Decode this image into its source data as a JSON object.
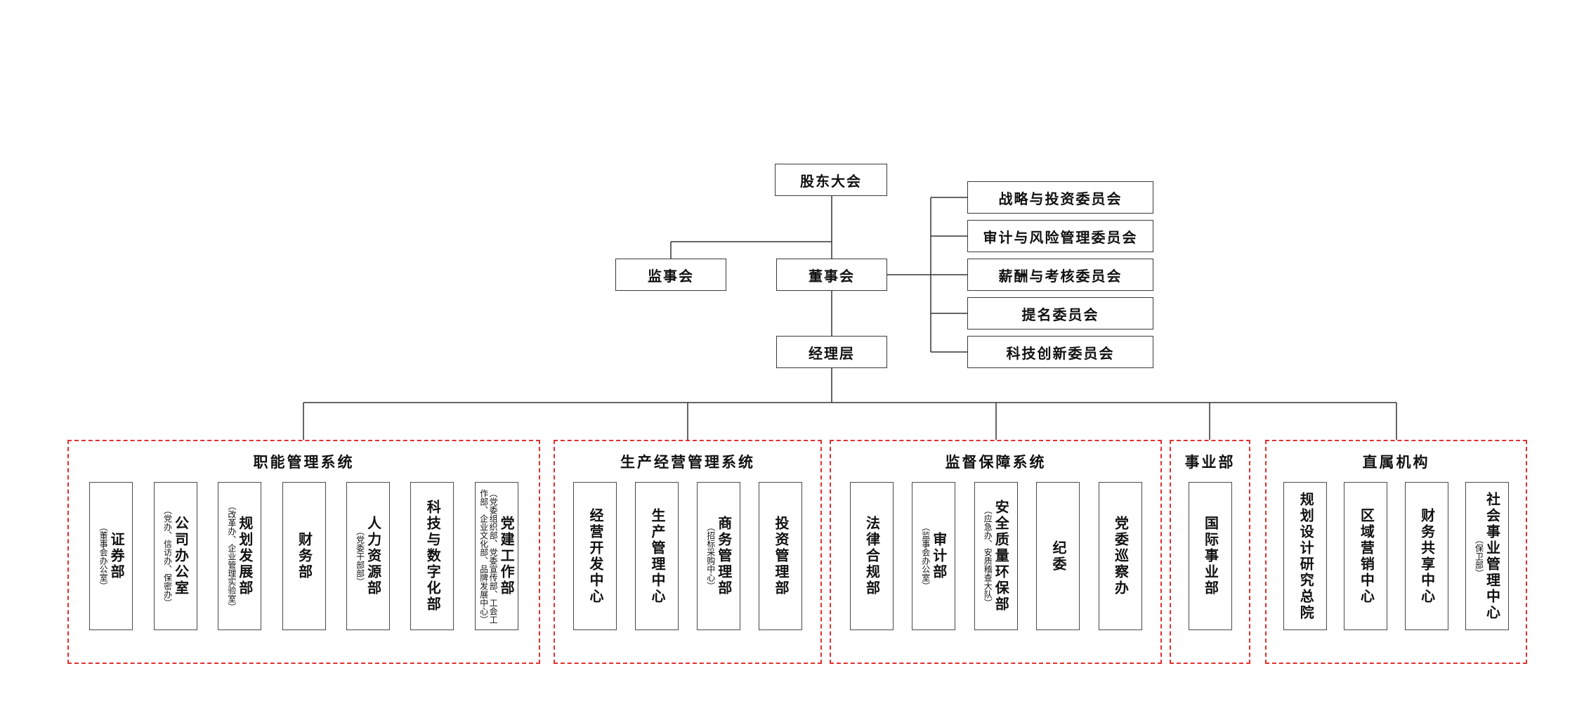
{
  "nodes": {
    "shareholders": "股东大会",
    "supervisory": "监事会",
    "board": "董事会",
    "management": "经理层"
  },
  "committees": [
    "战略与投资委员会",
    "审计与风险管理委员会",
    "薪酬与考核委员会",
    "提名委员会",
    "科技创新委员会"
  ],
  "groups": [
    {
      "title": "职能管理系统",
      "departments": [
        {
          "name": "证券部",
          "note": "（董事会办公室）"
        },
        {
          "name": "公司办公室",
          "note": "（党办、信访办、保密办）"
        },
        {
          "name": "规划发展部",
          "note": "（改革办、企业管理实验室）"
        },
        {
          "name": "财务部",
          "note": ""
        },
        {
          "name": "人力资源部",
          "note": "（党委干部部）"
        },
        {
          "name": "科技与数字化部",
          "note": ""
        },
        {
          "name": "党建工作部",
          "note": "（党委组织部、党委宣传部、工会工作部、企业文化部、品牌发展中心）"
        }
      ]
    },
    {
      "title": "生产经营管理系统",
      "departments": [
        {
          "name": "经营开发中心",
          "note": ""
        },
        {
          "name": "生产管理中心",
          "note": ""
        },
        {
          "name": "商务管理部",
          "note": "（招标采购中心）"
        },
        {
          "name": "投资管理部",
          "note": ""
        }
      ]
    },
    {
      "title": "监督保障系统",
      "departments": [
        {
          "name": "法律合规部",
          "note": ""
        },
        {
          "name": "审计部",
          "note": "（监事会办公室）"
        },
        {
          "name": "安全质量环保部",
          "note": "（应急办、安质稽查大队）"
        },
        {
          "name": "纪委",
          "note": ""
        },
        {
          "name": "党委巡察办",
          "note": ""
        }
      ]
    },
    {
      "title": "事业部",
      "departments": [
        {
          "name": "国际事业部",
          "note": ""
        }
      ]
    },
    {
      "title": "直属机构",
      "departments": [
        {
          "name": "规划设计研究总院",
          "note": ""
        },
        {
          "name": "区域营销中心",
          "note": ""
        },
        {
          "name": "财务共享中心",
          "note": ""
        },
        {
          "name": "社会事业管理中心",
          "note": "（保卫部）"
        }
      ]
    }
  ],
  "colors": {
    "group_border": "#e03131",
    "box_border": "#4a4a4a",
    "line": "#333333"
  }
}
